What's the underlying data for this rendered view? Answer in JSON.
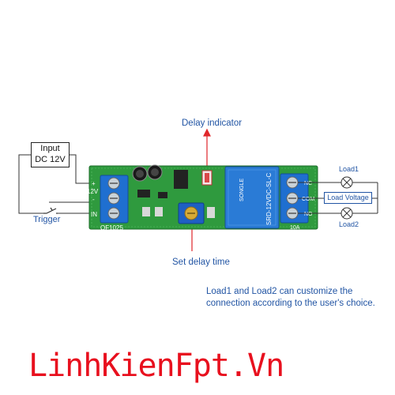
{
  "labels": {
    "delay_indicator": "Delay indicator",
    "set_delay_time": "Set delay time",
    "input_line1": "Input",
    "input_line2": "DC 12V",
    "trigger": "Trigger",
    "load1": "Load1",
    "load2": "Load2",
    "load_voltage": "Load Voltage",
    "note": "Load1 and Load2 can customize the connection according to the user's choice.",
    "brand": "LinhKienFpt.Vn"
  },
  "board": {
    "left_terminals": [
      "+",
      "-",
      "IN"
    ],
    "voltage": "12V",
    "model": "QF1025",
    "relay_text": "SRD-12VDC-SL-C",
    "relay_brand": "SONGLE",
    "right_terminals": [
      "NC",
      "COM",
      "NO"
    ],
    "rating": "10A"
  },
  "colors": {
    "pcb": "#2f9a3e",
    "terminal_block": "#1f6fd0",
    "relay": "#2a7bd6",
    "arrow": "#e0262a",
    "label_text": "#2255a4",
    "brand": "#e8101e"
  }
}
